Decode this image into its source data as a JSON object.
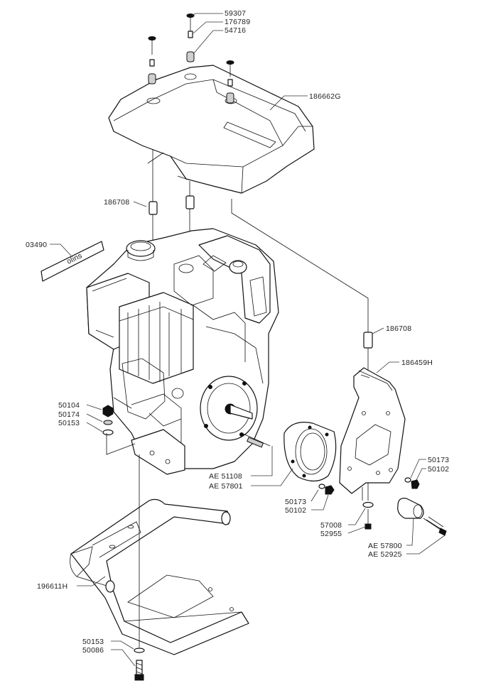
{
  "diagram": {
    "type": "exploded-parts-diagram",
    "callouts": [
      {
        "id": "59307",
        "text": "59307"
      },
      {
        "id": "176789",
        "text": "176789"
      },
      {
        "id": "54716",
        "text": "54716"
      },
      {
        "id": "186662G",
        "text": "186662G"
      },
      {
        "id": "186708-a",
        "text": "186708"
      },
      {
        "id": "03490",
        "text": "03490"
      },
      {
        "id": "186708-b",
        "text": "186708"
      },
      {
        "id": "186459H",
        "text": "186459H"
      },
      {
        "id": "50104",
        "text": "50104"
      },
      {
        "id": "50174",
        "text": "50174"
      },
      {
        "id": "50153-a",
        "text": "50153"
      },
      {
        "id": "50173-a",
        "text": "50173"
      },
      {
        "id": "50102-a",
        "text": "50102"
      },
      {
        "id": "AE-51108",
        "text": "AE  51108"
      },
      {
        "id": "AE-57801",
        "text": "AE  57801"
      },
      {
        "id": "50173-b",
        "text": "50173"
      },
      {
        "id": "50102-b",
        "text": "50102"
      },
      {
        "id": "57008",
        "text": "57008"
      },
      {
        "id": "52955",
        "text": "52955"
      },
      {
        "id": "AE-57800",
        "text": "AE  57800"
      },
      {
        "id": "AE-52925",
        "text": "AE  52925"
      },
      {
        "id": "196611H",
        "text": "196611H"
      },
      {
        "id": "50153-b",
        "text": "50153"
      },
      {
        "id": "50086",
        "text": "50086"
      }
    ]
  }
}
